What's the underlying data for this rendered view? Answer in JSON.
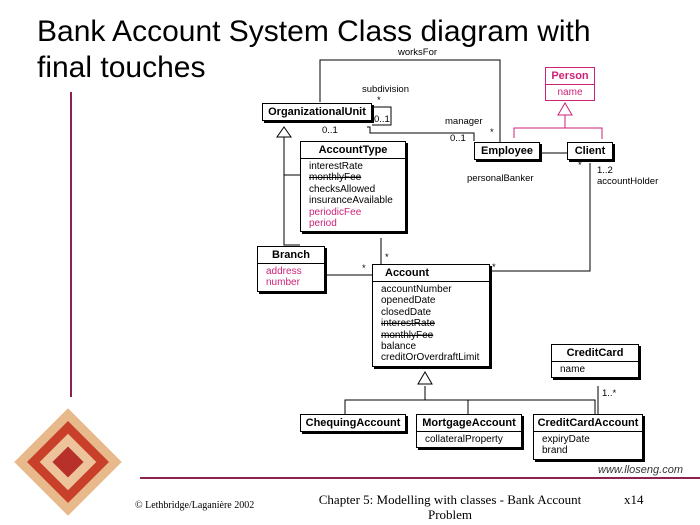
{
  "slide": {
    "title_line1": "Bank Account System Class diagram with",
    "title_line2": "final touches"
  },
  "classes": {
    "person": {
      "name": "Person",
      "attributes": [
        {
          "text": "name",
          "style": "magenta"
        }
      ]
    },
    "orgunit": {
      "name": "OrganizationalUnit",
      "attributes": []
    },
    "accounttype": {
      "name": "AccountType",
      "attributes": [
        {
          "text": "interestRate",
          "style": "normal"
        },
        {
          "text": "monthlyFee",
          "style": "strike"
        },
        {
          "text": "checksAllowed",
          "style": "normal"
        },
        {
          "text": "insuranceAvailable",
          "style": "normal"
        },
        {
          "text": "periodicFee",
          "style": "magenta"
        },
        {
          "text": "period",
          "style": "magenta"
        }
      ]
    },
    "employee": {
      "name": "Employee",
      "attributes": []
    },
    "client": {
      "name": "Client",
      "attributes": []
    },
    "branch": {
      "name": "Branch",
      "attributes": [
        {
          "text": "address",
          "style": "magenta"
        },
        {
          "text": "number",
          "style": "magenta"
        }
      ]
    },
    "account": {
      "name": "Account",
      "attributes": [
        {
          "text": "accountNumber",
          "style": "normal"
        },
        {
          "text": "openedDate",
          "style": "normal"
        },
        {
          "text": "closedDate",
          "style": "normal"
        },
        {
          "text": "interestRate",
          "style": "strike"
        },
        {
          "text": "monthlyFee",
          "style": "strike"
        },
        {
          "text": "balance",
          "style": "normal"
        },
        {
          "text": "creditOrOverdraftLimit",
          "style": "normal"
        }
      ]
    },
    "creditcard": {
      "name": "CreditCard",
      "attributes": [
        {
          "text": "name",
          "style": "normal"
        }
      ]
    },
    "chequing": {
      "name": "ChequingAccount",
      "attributes": []
    },
    "mortgage": {
      "name": "MortgageAccount",
      "attributes": [
        {
          "text": "collateralProperty",
          "style": "normal"
        }
      ]
    },
    "creditcardaccount": {
      "name": "CreditCardAccount",
      "attributes": [
        {
          "text": "expiryDate",
          "style": "normal"
        },
        {
          "text": "brand",
          "style": "normal"
        }
      ]
    }
  },
  "labels": {
    "works_for": "worksFor",
    "subdivision": "subdivision",
    "subdivision_mult": "*",
    "subdivision_range": "0..1",
    "org_range": "0..1",
    "manager": "manager",
    "manager_range": "0..1",
    "employee_mult": "*",
    "personal_banker": "personalBanker",
    "client_mult": "*",
    "client_range": "1..2",
    "account_holder": "accountHolder",
    "accounttype_mult": "*",
    "branch_mult": "*",
    "account_client_mult": "*",
    "creditcard_range": "1..*"
  },
  "footer": {
    "copyright": "© Lethbridge/Laganière 2002",
    "chapter_line1": "Chapter 5: Modelling with classes - Bank Account",
    "chapter_line2": "Problem",
    "page": "x14",
    "url": "www.lloseng.com"
  }
}
